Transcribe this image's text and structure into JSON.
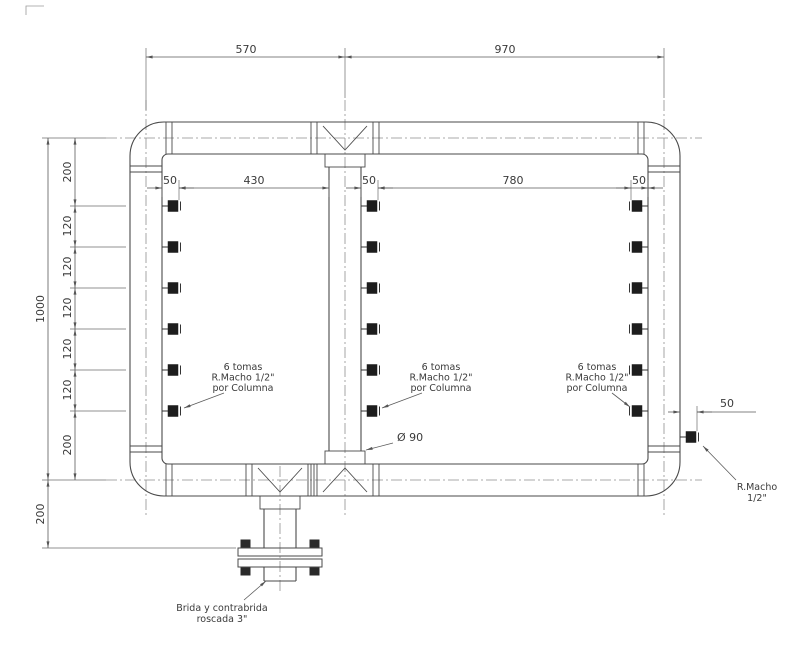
{
  "drawing": {
    "title": "pipe-manifold-technical-drawing",
    "dims": {
      "top": [
        "570",
        "970"
      ],
      "left_total": "1000",
      "left_chain": [
        "200",
        "120",
        "120",
        "120",
        "120",
        "120",
        "200"
      ],
      "bottom_left": "200",
      "inner_row": [
        "50",
        "430",
        "50",
        "780",
        "50"
      ],
      "tap_protrusion": "50",
      "pipe_diameter": "Ø 90"
    },
    "notes": {
      "column": [
        "6 tomas",
        "R.Macho 1/2\"",
        "por Columna"
      ],
      "right_tap": [
        "R.Macho",
        "1/2\""
      ],
      "flange": [
        "Brida y contrabrida",
        "roscada 3\""
      ]
    },
    "colors": {
      "line": "#4a4a4a",
      "dimension": "#5a5a5a",
      "centerline": "#8f8f8f",
      "tap_fill": "#1d1d1d",
      "background": "#ffffff"
    }
  }
}
